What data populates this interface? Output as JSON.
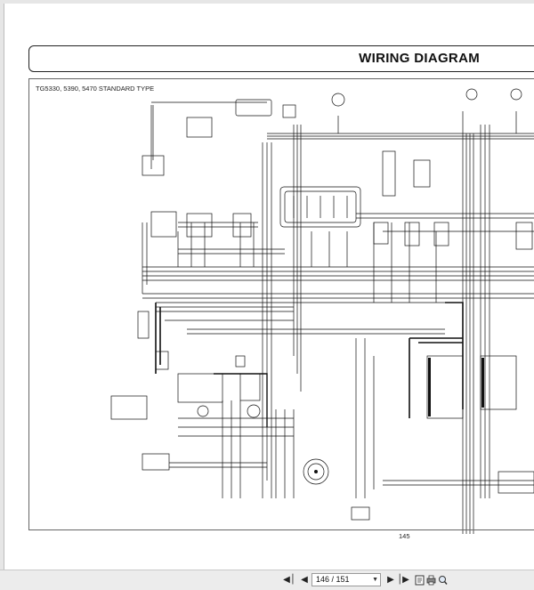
{
  "document": {
    "title": "WIRING DIAGRAM",
    "model": "TG5330, 5390, 5470 STANDARD TYPE",
    "page_number": "145"
  },
  "toolbar": {
    "first_page_icon": "first-page-icon",
    "prev_page_icon": "previous-page-icon",
    "page_indicator": "146 / 151",
    "next_page_icon": "next-page-icon",
    "last_page_icon": "last-page-icon",
    "fit_page_icon": "fit-page-icon",
    "print_icon": "print-icon",
    "zoom_icon": "zoom-icon"
  }
}
